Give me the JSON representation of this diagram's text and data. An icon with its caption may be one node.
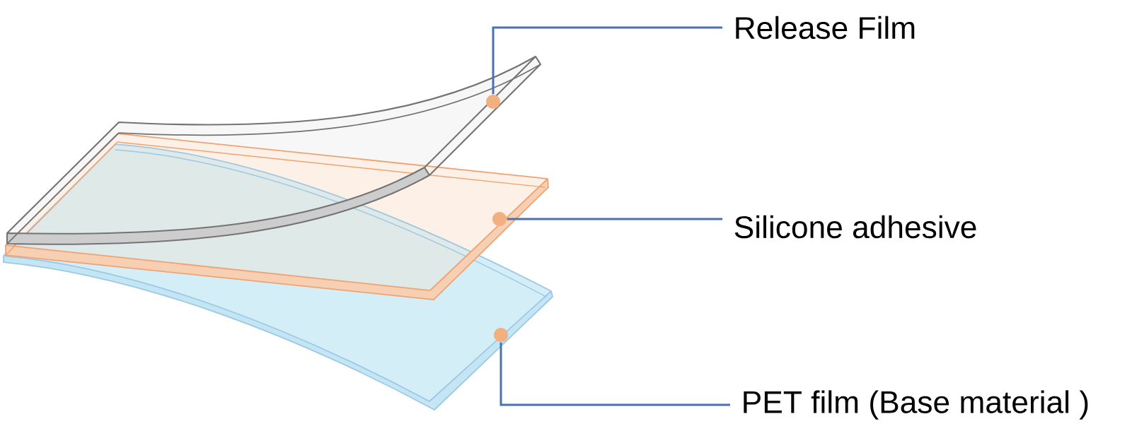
{
  "diagram": {
    "nodes": [
      {
        "text": [
          "Release Film"
        ]
      },
      {
        "text": [
          "Silicone adhesive"
        ]
      },
      {
        "text": [
          "PET film (Base material )"
        ]
      },
      {
        "text": [],
        "shape": "circle"
      },
      {
        "text": [],
        "shape": "circle"
      },
      {
        "text": [],
        "shape": "circle"
      }
    ],
    "edges": [
      {
        "from": 0,
        "to": 3,
        "arrow": "none"
      },
      {
        "from": 1,
        "to": 4,
        "arrow": "none"
      },
      {
        "from": 2,
        "to": 5,
        "arrow": "none"
      }
    ]
  }
}
